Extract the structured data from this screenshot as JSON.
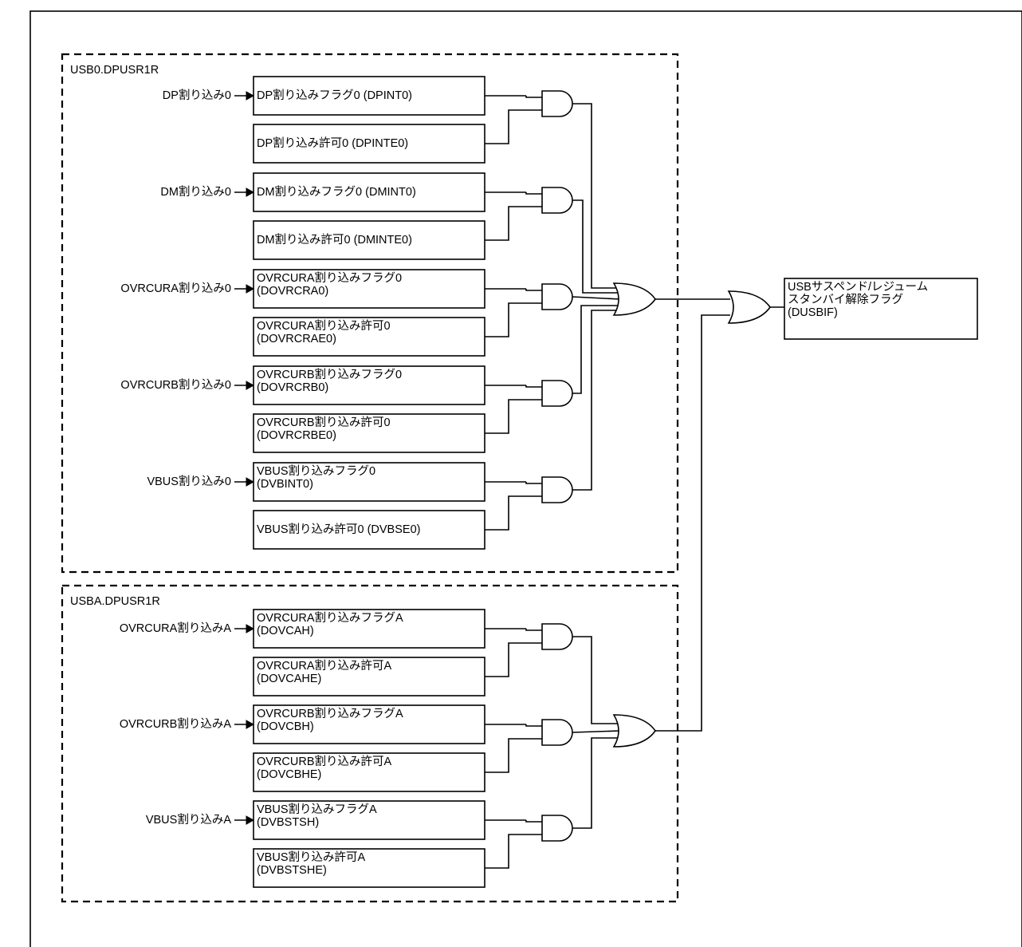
{
  "group0": {
    "title": "USB0.DPUSR1R",
    "inputs": [
      "DP割り込み0",
      "DM割り込み0",
      "OVRCURA割り込み0",
      "OVRCURB割り込み0",
      "VBUS割り込み0"
    ],
    "pairs": [
      {
        "flag": [
          "DP割り込みフラグ0 (DPINT0)"
        ],
        "enable": [
          "DP割り込み許可0 (DPINTE0)"
        ]
      },
      {
        "flag": [
          "DM割り込みフラグ0 (DMINT0)"
        ],
        "enable": [
          "DM割り込み許可0 (DMINTE0)"
        ]
      },
      {
        "flag": [
          "OVRCURA割り込みフラグ0",
          "(DOVRCRA0)"
        ],
        "enable": [
          "OVRCURA割り込み許可0",
          "(DOVRCRAE0)"
        ]
      },
      {
        "flag": [
          "OVRCURB割り込みフラグ0",
          "(DOVRCRB0)"
        ],
        "enable": [
          "OVRCURB割り込み許可0",
          "(DOVRCRBE0)"
        ]
      },
      {
        "flag": [
          "VBUS割り込みフラグ0",
          "(DVBINT0)"
        ],
        "enable": [
          "VBUS割り込み許可0 (DVBSE0)"
        ]
      }
    ]
  },
  "groupA": {
    "title": "USBA.DPUSR1R",
    "inputs": [
      "OVRCURA割り込みA",
      "OVRCURB割り込みA",
      "VBUS割り込みA"
    ],
    "pairs": [
      {
        "flag": [
          "OVRCURA割り込みフラグA",
          "(DOVCAH)"
        ],
        "enable": [
          "OVRCURA割り込み許可A",
          "(DOVCAHE)"
        ]
      },
      {
        "flag": [
          "OVRCURB割り込みフラグA",
          "(DOVCBH)"
        ],
        "enable": [
          "OVRCURB割り込み許可A",
          "(DOVCBHE)"
        ]
      },
      {
        "flag": [
          "VBUS割り込みフラグA",
          "(DVBSTSH)"
        ],
        "enable": [
          "VBUS割り込み許可A",
          "(DVBSTSHE)"
        ]
      }
    ]
  },
  "output": {
    "lines": [
      "USBサスペンド/レジューム",
      "スタンバイ解除フラグ",
      "(DUSBIF)"
    ]
  },
  "colors": {
    "line": "#000000",
    "background": "#ffffff"
  }
}
